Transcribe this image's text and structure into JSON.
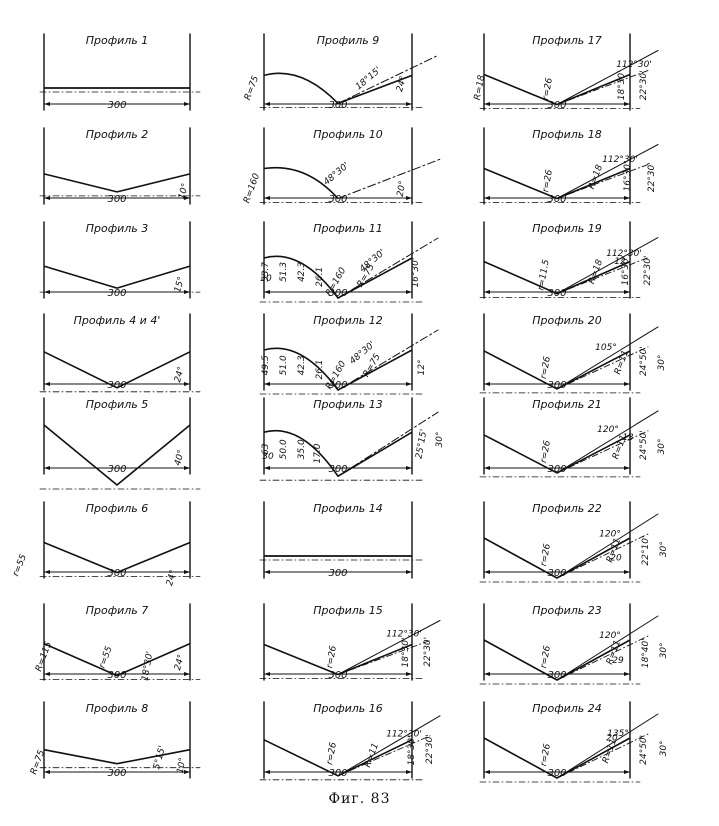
{
  "figure": {
    "caption": "Фиг. 83"
  },
  "profiles": [
    {
      "title": "Профиль 1",
      "width": "300",
      "notes": []
    },
    {
      "title": "Профиль 2",
      "width": "300",
      "notes": [
        "10°"
      ]
    },
    {
      "title": "Профиль 3",
      "width": "300",
      "notes": [
        "15°"
      ]
    },
    {
      "title": "Профиль 4 и 4'",
      "width": "300",
      "notes": [
        "24°"
      ]
    },
    {
      "title": "Профиль 5",
      "width": "300",
      "notes": [
        "40°"
      ]
    },
    {
      "title": "Профиль 6",
      "width": "300",
      "notes": [
        "r=55",
        "24°"
      ]
    },
    {
      "title": "Профиль 7",
      "width": "300",
      "notes": [
        "R=115",
        "r=55",
        "18°30'",
        "24°"
      ]
    },
    {
      "title": "Профиль 8",
      "width": "300",
      "notes": [
        "R=75",
        "5°15'",
        "10°"
      ]
    },
    {
      "title": "Профиль 9",
      "width": "300",
      "notes": [
        "R=75",
        "18°15'",
        "24°"
      ]
    },
    {
      "title": "Профиль 10",
      "width": "300",
      "notes": [
        "R=160",
        "48°30'",
        "20°"
      ]
    },
    {
      "title": "Профиль 11",
      "width": "300",
      "notes": [
        "53.7",
        "51.3",
        "42.3",
        "26.1",
        "30",
        "48°30'",
        "R=75",
        "16°30'",
        "R=160"
      ]
    },
    {
      "title": "Профиль 12",
      "width": "300",
      "notes": [
        "49.5",
        "51.0",
        "42.3",
        "26.1",
        "48°30'",
        "R=75",
        "R=160",
        "12°"
      ]
    },
    {
      "title": "Профиль 13",
      "width": "300",
      "notes": [
        "63",
        "50.0",
        "35.0",
        "17.0",
        "30",
        "25°15'",
        "30°"
      ]
    },
    {
      "title": "Профиль 14",
      "width": "300",
      "notes": []
    },
    {
      "title": "Профиль 15",
      "width": "300",
      "notes": [
        "112°30'",
        "r=26",
        "18°30'",
        "22°30'"
      ]
    },
    {
      "title": "Профиль 16",
      "width": "300",
      "notes": [
        "112°30'",
        "r=26",
        "R=11",
        "18°30'",
        "22°30'"
      ]
    },
    {
      "title": "Профиль 17",
      "width": "300",
      "notes": [
        "112°30'",
        "R=18",
        "r=26",
        "18°30'",
        "22°30'"
      ]
    },
    {
      "title": "Профиль 18",
      "width": "300",
      "notes": [
        "112°30'",
        "r=26",
        "R=18",
        "16°30'",
        "22°30'"
      ]
    },
    {
      "title": "Профиль 19",
      "width": "300",
      "notes": [
        "112°30'",
        "r=11.5",
        "R=18",
        "12",
        "16°30'",
        "22°30'"
      ]
    },
    {
      "title": "Профиль 20",
      "width": "300",
      "notes": [
        "105°",
        "r=26",
        "R=11",
        "24°50'",
        "30°"
      ]
    },
    {
      "title": "Профиль 21",
      "width": "300",
      "notes": [
        "120°",
        "r=26",
        "R=11",
        "13",
        "24°50'",
        "30°"
      ]
    },
    {
      "title": "Профиль 22",
      "width": "300",
      "notes": [
        "120°",
        "r=26",
        "R=11",
        "20",
        "22°10'",
        "30°"
      ]
    },
    {
      "title": "Профиль 23",
      "width": "300",
      "notes": [
        "120°",
        "r=26",
        "R=11",
        "29",
        "18°40'",
        "30°"
      ]
    },
    {
      "title": "Профиль 24",
      "width": "300",
      "notes": [
        "135°",
        "20",
        "r=26",
        "R=11",
        "24°50'",
        "30°"
      ]
    }
  ]
}
